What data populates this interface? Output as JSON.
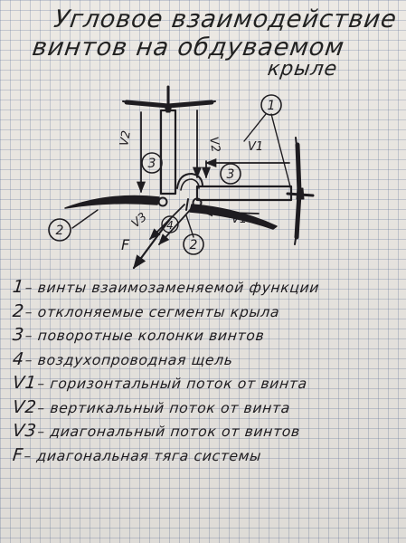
{
  "title": {
    "line1": "Угловое взаимодействие",
    "line2": "винтов на обдуваемом",
    "line3": "крыле"
  },
  "diagram": {
    "callouts": [
      "1",
      "2",
      "3",
      "4"
    ],
    "vectors": [
      "V1",
      "V2",
      "V3",
      "F"
    ]
  },
  "legend": [
    {
      "key": "1",
      "text": "– винты взаимозаменяемой функции"
    },
    {
      "key": "2",
      "text": "– отклоняемые сегменты крыла"
    },
    {
      "key": "3",
      "text": "– поворотные колонки винтов"
    },
    {
      "key": "4",
      "text": "– воздухопроводная щель"
    },
    {
      "key": "V1",
      "text": "– горизонтальный поток от винта"
    },
    {
      "key": "V2",
      "text": "– вертикальный поток от винта"
    },
    {
      "key": "V3",
      "text": "– диагональный поток от винтов"
    },
    {
      "key": "F",
      "text": "– диагональная тяга системы"
    }
  ],
  "colors": {
    "ink": "#1e1c20",
    "paper": "#ece9e4",
    "grid": "#8a9ab8"
  }
}
